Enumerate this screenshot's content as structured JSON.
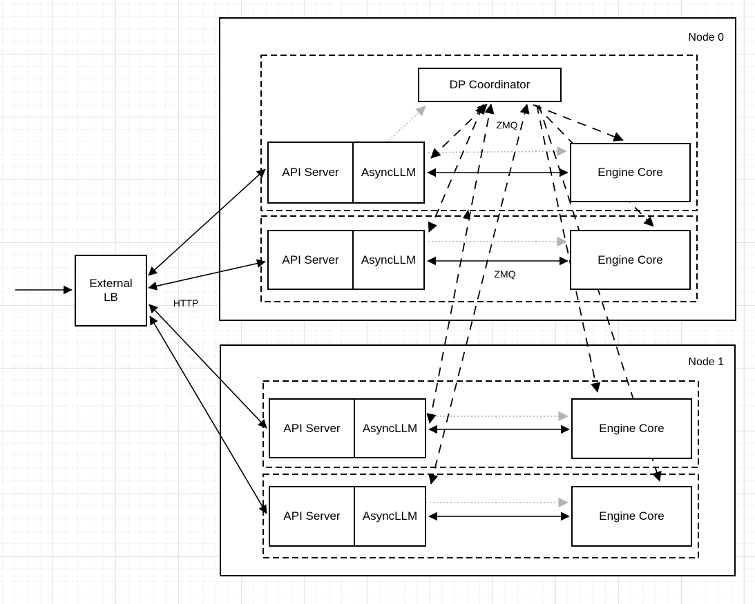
{
  "boxes": {
    "dp_coordinator": "DP Coordinator",
    "api_server": "API Server",
    "async_llm": "AsyncLLM",
    "engine_core": "Engine Core",
    "external_lb_line1": "External",
    "external_lb_line2": "LB"
  },
  "node_labels": {
    "node0": "Node 0",
    "node1": "Node 1"
  },
  "edge_labels": {
    "http": "HTTP",
    "zmq_coordinator": "ZMQ",
    "zmq_row": "ZMQ"
  },
  "colors": {
    "stroke": "#000000",
    "gray_arrow": "#b3b3b3",
    "box_fill": "#ffffff"
  }
}
